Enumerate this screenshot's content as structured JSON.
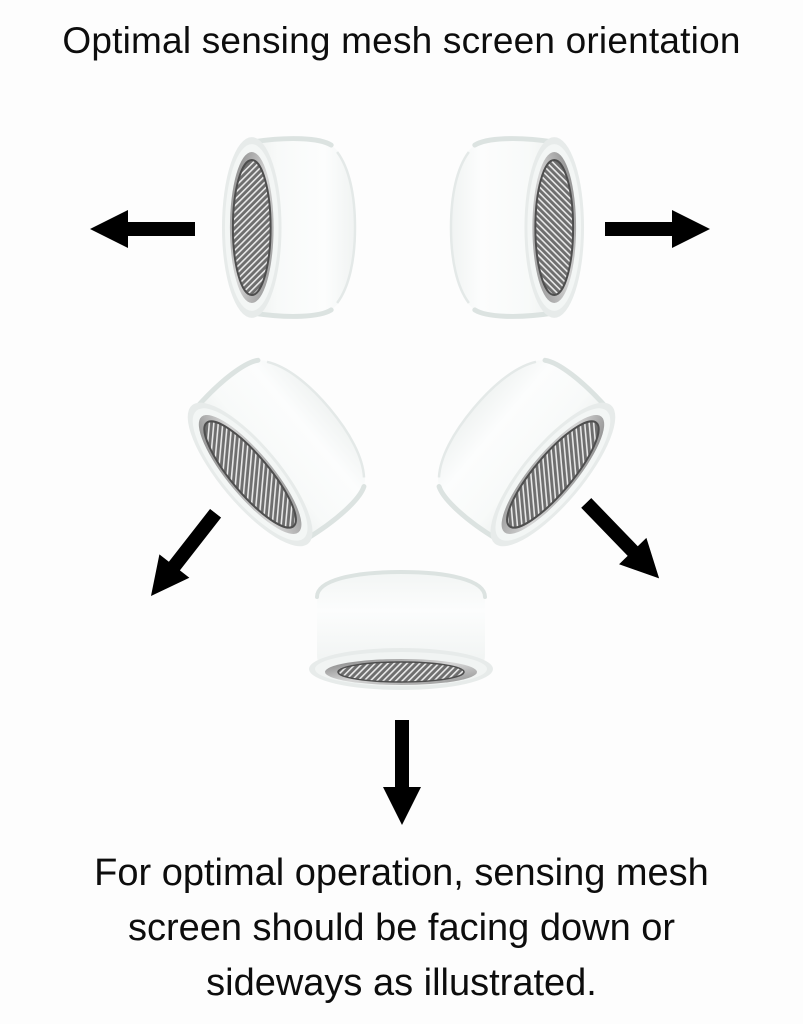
{
  "page": {
    "title": "Optimal sensing mesh screen orientation",
    "caption_lines": [
      "For optimal operation, sensing mesh",
      "screen should be facing down or",
      "sideways as illustrated."
    ],
    "caption_full": "For optimal operation, sensing mesh screen should be facing down or sideways as illustrated."
  },
  "colors": {
    "background": "#fdfdfd",
    "text": "#0d0d0d",
    "arrow": "#000000",
    "body_light": "#fcfdfd",
    "body_shade": "#eef1f0",
    "rim_tint": "#dce3e1",
    "ring_dark": "#828282",
    "ring_light": "#d6d6d6",
    "mesh_base": "#6e6e6e",
    "mesh_line": "#e9e9e9"
  },
  "sensors": [
    {
      "name": "sensor-mesh-facing-left",
      "mesh_direction": "left"
    },
    {
      "name": "sensor-mesh-facing-right",
      "mesh_direction": "right"
    },
    {
      "name": "sensor-mesh-facing-down-left",
      "mesh_direction": "down-left"
    },
    {
      "name": "sensor-mesh-facing-down-right",
      "mesh_direction": "down-right"
    },
    {
      "name": "sensor-mesh-facing-down",
      "mesh_direction": "down"
    }
  ],
  "arrows": [
    {
      "name": "arrow-left",
      "direction": "left"
    },
    {
      "name": "arrow-right",
      "direction": "right"
    },
    {
      "name": "arrow-down-left",
      "direction": "down-left"
    },
    {
      "name": "arrow-down-right",
      "direction": "down-right"
    },
    {
      "name": "arrow-down",
      "direction": "down"
    }
  ]
}
